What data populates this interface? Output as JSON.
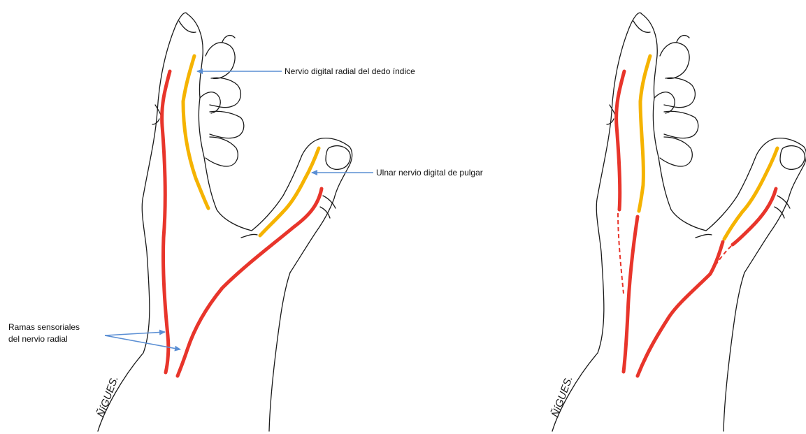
{
  "labels": {
    "index_nerve": "Nervio digital radial del dedo índice",
    "thumb_nerve": "Ulnar nervio digital de pulgar",
    "radial_line1": "Ramas sensoriales",
    "radial_line2": "del nervio radial"
  },
  "signature": "ÑíGUES.",
  "colors": {
    "radial_sensory": "#e8352b",
    "digital_nerve": "#f5b301",
    "arrow": "#5b8fd4",
    "outline": "#1a1a1a"
  }
}
